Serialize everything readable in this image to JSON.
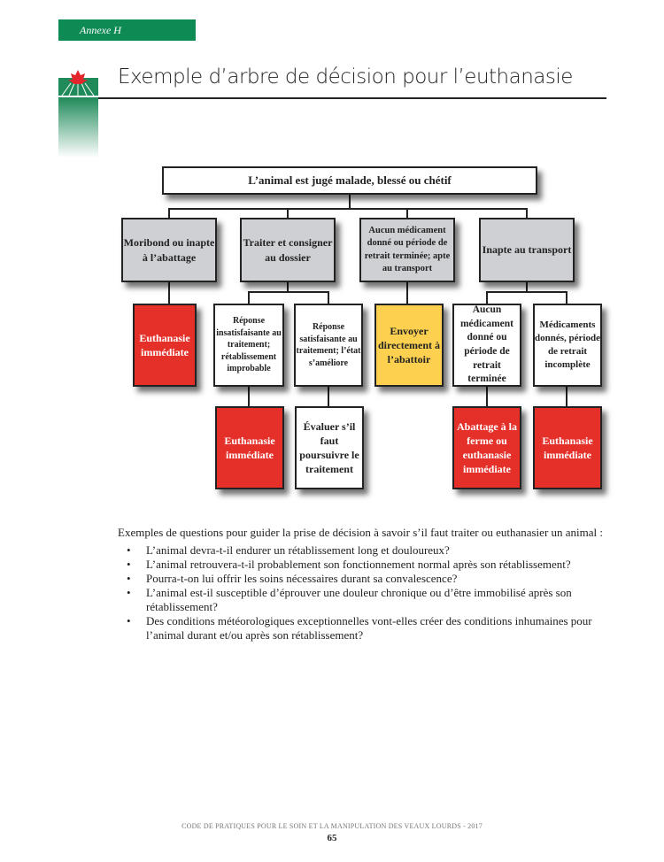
{
  "header": {
    "annex": "Annexe H",
    "title": "Exemple d’arbre de décision pour l’euthanasie"
  },
  "tree": {
    "root": "L’animal est jugé malade, blessé ou chétif",
    "level1": [
      "Moribond ou inapte à l’abattage",
      "Traiter et consigner au dossier",
      "Aucun médicament donné ou période de retrait terminée; apte au transport",
      "Inapte au transport"
    ],
    "level2": [
      "Euthanasie immédiate",
      "Réponse insatisfaisante au traitement; rétablissement improbable",
      "Réponse satisfaisante au traitement; l’état s’améliore",
      "Envoyer directement à l’abattoir",
      "Aucun médicament donné ou période de retrait terminée",
      "Médicaments donnés, période de retrait incomplète"
    ],
    "level3": [
      "Euthanasie immédiate",
      "Évaluer s’il faut poursuivre le traitement",
      "Abattage à la ferme ou euthanasie immédiate",
      "Euthanasie immédiate"
    ]
  },
  "questions": {
    "intro": "Exemples de questions pour guider la prise de décision à savoir s’il faut traiter ou euthanasier un animal :",
    "items": [
      "L’animal devra-t-il endurer un rétablissement long et douloureux?",
      "L’animal retrouvera-t-il probablement son fonctionnement normal après son rétablissement?",
      "Pourra-t-on lui offrir les soins nécessaires durant sa convalescence?",
      "L’animal est-il susceptible d’éprouver une douleur chronique ou d’être immobilisé après son rétablissement?",
      "Des conditions météorologiques exceptionnelles vont-elles créer des conditions inhumaines pour l’animal durant et/ou après son rétablissement?"
    ]
  },
  "footer": {
    "text": "CODE DE PRATIQUES POUR LE SOIN ET LA MANIPULATION DES VEAUX LOURDS - 2017",
    "page": "65"
  }
}
